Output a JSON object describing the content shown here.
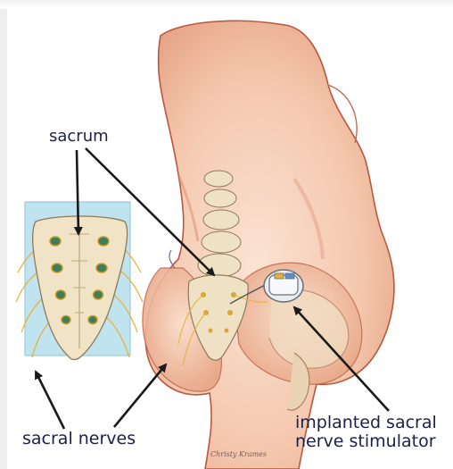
{
  "labels": {
    "sacrum": "sacrum",
    "sacral_nerves": "sacral nerves",
    "stimulator_line1": "implanted sacral",
    "stimulator_line2": "nerve stimulator"
  },
  "signature": "Christy Krames",
  "colors": {
    "label_text": "#1b1f4a",
    "arrow": "#1a1a1a",
    "skin_fill": "#f6d2bd",
    "skin_outline": "#b8583f",
    "bone": "#efe2c4",
    "nerve": "#e8b23a",
    "inset_background": "#bfe3ef"
  }
}
